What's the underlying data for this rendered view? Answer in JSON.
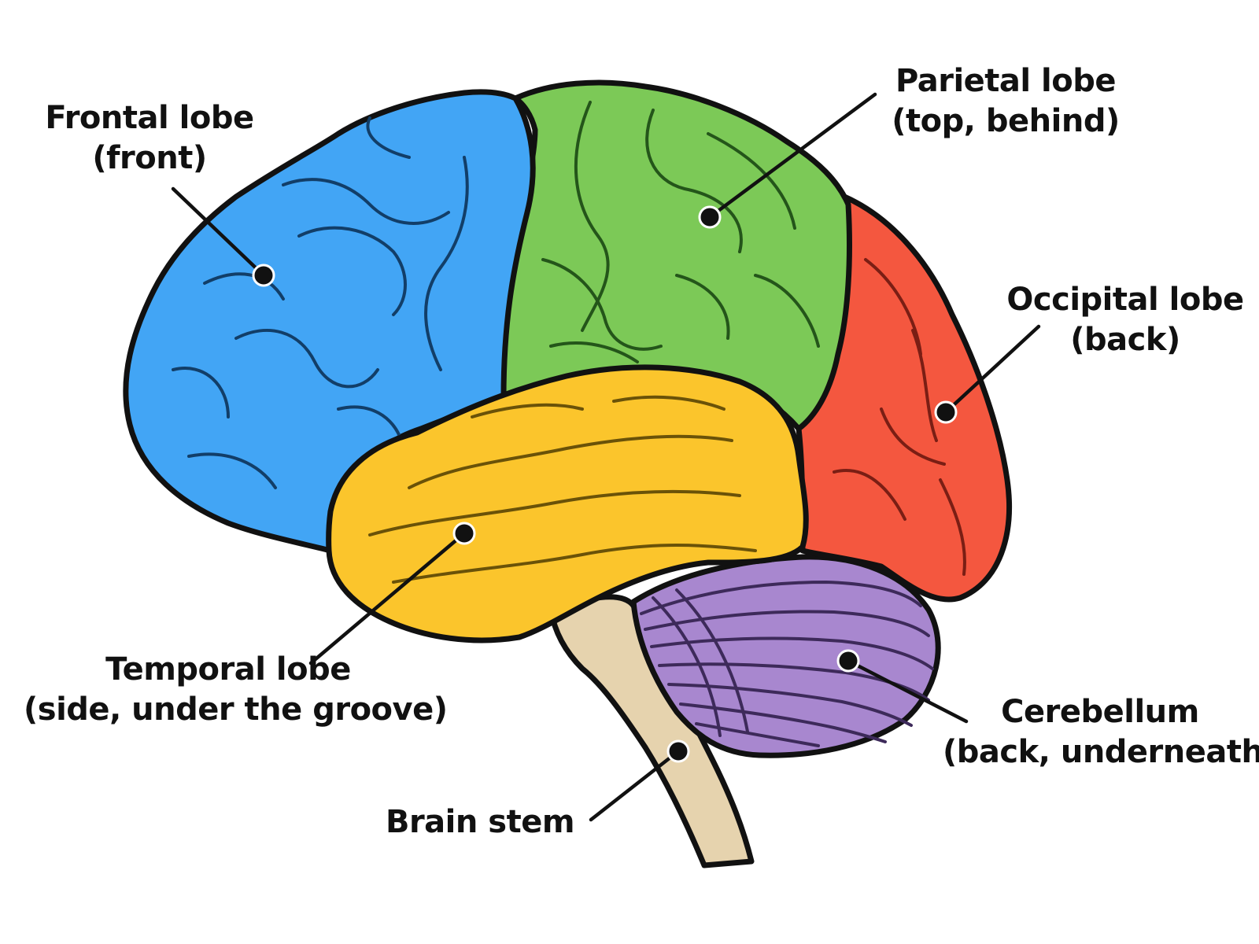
{
  "colors": {
    "frontal": "#42A5F5",
    "parietal": "#7CC957",
    "occipital": "#F4573F",
    "temporal": "#FBC52C",
    "cerebellum": "#A887CF",
    "brain_stem": "#E6D3AE",
    "outline": "#111111"
  },
  "labels": {
    "frontal": {
      "line1": "Frontal lobe",
      "line2": "(front)"
    },
    "parietal": {
      "line1": "Parietal lobe",
      "line2": "(top, behind)"
    },
    "occipital": {
      "line1": "Occipital lobe",
      "line2": "(back)"
    },
    "temporal": {
      "line1": "Temporal lobe",
      "line2": "(side, under the groove)"
    },
    "cerebellum": {
      "line1": "Cerebellum",
      "line2": "(back, underneath)"
    },
    "brain_stem": {
      "line1": "Brain stem"
    }
  }
}
